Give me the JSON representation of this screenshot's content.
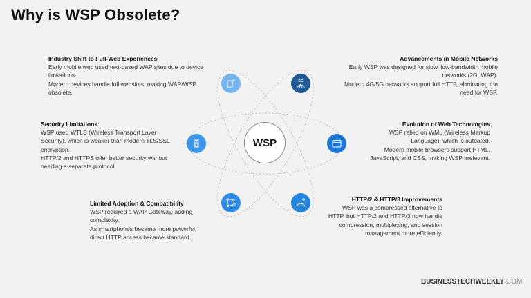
{
  "title": "Why is WSP Obsolete?",
  "center": {
    "label": "WSP"
  },
  "colors": {
    "background": "#f2f2f2",
    "node_light": "#6fb2ee",
    "node_dark": "#1f5a94",
    "node_mid": "#3b95e8",
    "node_blue": "#1c77d6",
    "orbit": "#c8c8c8"
  },
  "nodes": [
    {
      "id": "industry-shift",
      "icon": "mobile-growth-icon",
      "color": "#74b4ee"
    },
    {
      "id": "mobile-networks",
      "icon": "5g-signal-icon",
      "color": "#1f5a94",
      "icon_text": "5G"
    },
    {
      "id": "security",
      "icon": "lock-icon",
      "color": "#3d97ea"
    },
    {
      "id": "web-technologies",
      "icon": "browser-window-icon",
      "color": "#1c77d6"
    },
    {
      "id": "limited-adoption",
      "icon": "gateway-connect-icon",
      "color": "#2f8ae4"
    },
    {
      "id": "http-improvements",
      "icon": "speedometer-icon",
      "color": "#2584e0"
    }
  ],
  "sections": {
    "industry_shift": {
      "heading": "Industry Shift to Full-Web Experiences",
      "lines": [
        "Early mobile web used text-based WAP sites due to device",
        "limitations.",
        "Modern devices handle full websites, making WAP/WSP",
        "obsolete."
      ]
    },
    "mobile_networks": {
      "heading": "Advancements in Mobile Networks",
      "lines": [
        "Early WSP was designed for slow, low-bandwidth mobile",
        "networks (2G, WAP).",
        "Modern 4G/5G networks support full HTTP, eliminating the",
        "need for WSP."
      ]
    },
    "security": {
      "heading": "Security Limitations",
      "lines": [
        "WSP used WTLS (Wireless Transport Layer",
        "Security), which is weaker than modern TLS/SSL",
        "encryption.",
        "HTTP/2 and HTTPS offer better security without",
        "needing a separate protocol."
      ]
    },
    "web_technologies": {
      "heading": "Evolution of Web Technologies",
      "lines": [
        "WSP relied on WML (Wireless Markup",
        "Language), which is outdated.",
        "Modern mobile browsers support HTML,",
        "JavaScript, and CSS, making WSP irrelevant."
      ]
    },
    "limited_adoption": {
      "heading": "Limited Adoption & Compatibility",
      "lines": [
        "WSP required a WAP Gateway, adding",
        "complexity.",
        "As smartphones became more powerful,",
        "direct HTTP access became standard."
      ]
    },
    "http_improvements": {
      "heading": "HTTP/2 & HTTP/3 Improvements",
      "lines": [
        "WSP was a compressed alternative to",
        "HTTP, but HTTP/2 and HTTP/3 now handle",
        "compression, multiplexing, and session",
        "management more efficiently."
      ]
    }
  },
  "footer": {
    "brand_bold": "BUSINESSTECHWEEKLY",
    "brand_light": ".COM"
  }
}
